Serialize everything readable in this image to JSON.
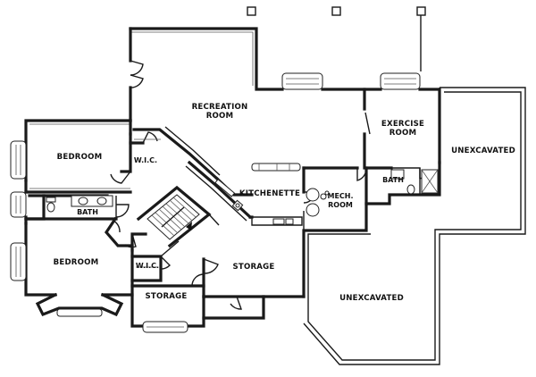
{
  "rooms": {
    "recreation_line1": "RECREATION",
    "recreation_line2": "ROOM",
    "exercise_line1": "EXERCISE",
    "exercise_line2": "ROOM",
    "unexcavated_top": "UNEXCAVATED",
    "unexcavated_bottom": "UNEXCAVATED",
    "bedroom_top": "BEDROOM",
    "bedroom_bottom": "BEDROOM",
    "wic_top": "W.I.C.",
    "wic_bottom": "W.I.C.",
    "bath_left": "BATH",
    "bath_right": "BATH",
    "kitchenette": "KITCHENETTE",
    "mech_line1": "MECH.",
    "mech_line2": "ROOM",
    "storage_center": "STORAGE",
    "storage_left": "STORAGE"
  }
}
